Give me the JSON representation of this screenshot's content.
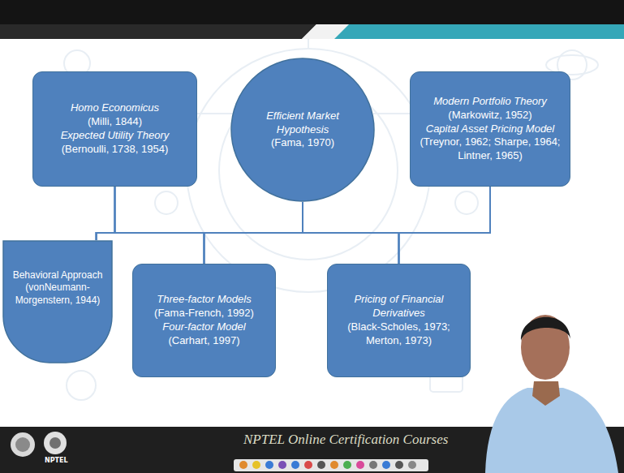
{
  "diagram": {
    "nodes": [
      {
        "text": [
          "Homo Economicus",
          "(Milli, 1844)",
          "Expected Utility Theory",
          "(Bernoulli, 1738, 1954)"
        ]
      },
      {
        "text": [
          "Efficient Market Hypothesis",
          "(Fama, 1970)"
        ]
      },
      {
        "text": [
          "Modern Portfolio Theory",
          "(Markowitz, 1952)",
          "Capital Asset Pricing Model",
          "(Treynor, 1962; Sharpe, 1964; Lintner, 1965)"
        ]
      },
      {
        "text": [
          "Behavioral Approach",
          "(vonNeumann-Morgenstern, 1944)"
        ]
      },
      {
        "text": [
          "Three-factor Models",
          "(Fama-French, 1992)",
          "Four-factor Model",
          "(Carhart, 1997)"
        ]
      },
      {
        "text": [
          "Pricing of Financial Derivatives",
          "(Black-Scholes, 1973; Merton, 1973)"
        ]
      }
    ],
    "edges": [
      {
        "from": 0,
        "to": 3,
        "arrow": "none"
      },
      {
        "from": 0,
        "to": 4,
        "arrow": "none"
      },
      {
        "from": 0,
        "to": 5,
        "arrow": "none"
      },
      {
        "from": 1,
        "to": 3,
        "arrow": "none"
      },
      {
        "from": 1,
        "to": 4,
        "arrow": "none"
      },
      {
        "from": 1,
        "to": 5,
        "arrow": "none"
      },
      {
        "from": 2,
        "to": 3,
        "arrow": "none"
      },
      {
        "from": 2,
        "to": 4,
        "arrow": "none"
      },
      {
        "from": 2,
        "to": 5,
        "arrow": "none"
      }
    ],
    "labels": [
      "NPTEL Online Certification Courses",
      "NPTEL"
    ]
  }
}
